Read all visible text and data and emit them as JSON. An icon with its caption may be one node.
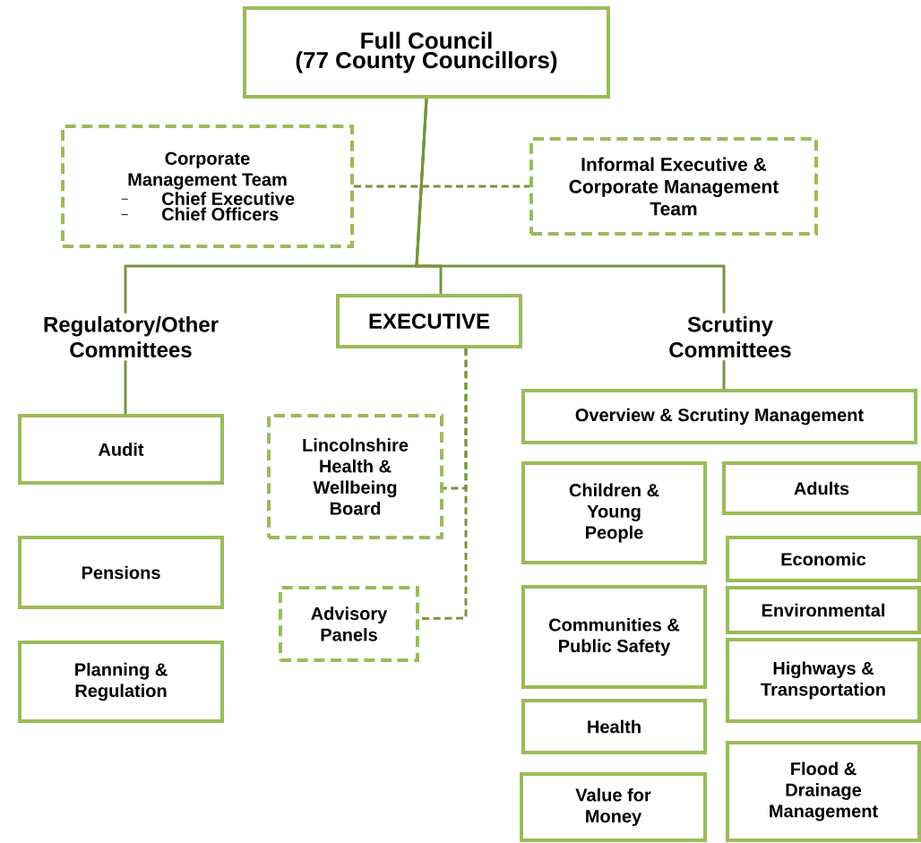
{
  "diagram": {
    "nodes": [
      {
        "text": [
          "Full Council",
          "(77 County Councillors)"
        ]
      },
      {
        "text": [
          "Corporate Management Team",
          "Chief Executive",
          "Chief Officers"
        ]
      },
      {
        "text": [
          "Informal Executive & Corporate Management Team"
        ]
      },
      {
        "text": [
          "Regulatory/Other Committees"
        ]
      },
      {
        "text": [
          "EXECUTIVE"
        ]
      },
      {
        "text": [
          "Scrutiny Committees"
        ]
      },
      {
        "text": [
          "Audit"
        ]
      },
      {
        "text": [
          "Lincolnshire Health & Wellbeing Board"
        ]
      },
      {
        "text": [
          "Overview & Scrutiny Management"
        ]
      },
      {
        "text": [
          "Children & Young People"
        ]
      },
      {
        "text": [
          "Adults"
        ]
      },
      {
        "text": [
          "Pensions"
        ]
      },
      {
        "text": [
          "Economic"
        ]
      },
      {
        "text": [
          "Communities & Public Safety"
        ]
      },
      {
        "text": [
          "Environmental"
        ]
      },
      {
        "text": [
          "Advisory Panels"
        ]
      },
      {
        "text": [
          "Planning & Regulation"
        ]
      },
      {
        "text": [
          "Highways & Transportation"
        ]
      },
      {
        "text": [
          "Health"
        ]
      },
      {
        "text": [
          "Flood & Drainage Management"
        ]
      },
      {
        "text": [
          "Value for Money"
        ]
      }
    ],
    "edges": [
      {
        "from": 0,
        "to": 3,
        "arrow": "none"
      },
      {
        "from": 0,
        "to": 4,
        "arrow": "none"
      },
      {
        "from": 0,
        "to": 5,
        "arrow": "none"
      },
      {
        "from": 1,
        "to": 2,
        "arrow": "none",
        "style": "dashed"
      },
      {
        "from": 4,
        "to": 7,
        "arrow": "none",
        "style": "dashed"
      },
      {
        "from": 4,
        "to": 15,
        "arrow": "none",
        "style": "dashed"
      },
      {
        "from": 3,
        "to": 6,
        "arrow": "none"
      },
      {
        "from": 5,
        "to": 8,
        "arrow": "none"
      }
    ]
  }
}
